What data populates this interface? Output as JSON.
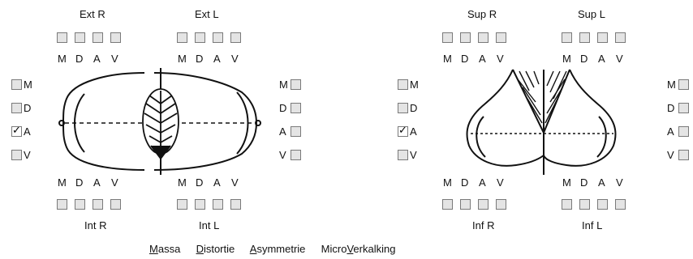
{
  "left_diagram": {
    "top_labels": {
      "left": "Ext R",
      "right": "Ext L"
    },
    "bottom_labels": {
      "left": "Int R",
      "right": "Int L"
    },
    "quad_letters": [
      "M",
      "D",
      "A",
      "V"
    ],
    "side_rows_left": [
      {
        "letter": "M",
        "checked": false
      },
      {
        "letter": "D",
        "checked": false
      },
      {
        "letter": "A",
        "checked": true
      },
      {
        "letter": "V",
        "checked": false
      }
    ],
    "side_rows_right": [
      {
        "letter": "M",
        "checked": false
      },
      {
        "letter": "D",
        "checked": false
      },
      {
        "letter": "A",
        "checked": false
      },
      {
        "letter": "V",
        "checked": false
      }
    ]
  },
  "right_diagram": {
    "top_labels": {
      "left": "Sup R",
      "right": "Sup L"
    },
    "bottom_labels": {
      "left": "Inf R",
      "right": "Inf L"
    },
    "quad_letters": [
      "M",
      "D",
      "A",
      "V"
    ],
    "side_rows_left": [
      {
        "letter": "M",
        "checked": false
      },
      {
        "letter": "D",
        "checked": false
      },
      {
        "letter": "A",
        "checked": true
      },
      {
        "letter": "V",
        "checked": false
      }
    ],
    "side_rows_right": [
      {
        "letter": "M",
        "checked": false
      },
      {
        "letter": "D",
        "checked": false
      },
      {
        "letter": "A",
        "checked": false
      },
      {
        "letter": "V",
        "checked": false
      }
    ]
  },
  "legend": [
    {
      "prefix": "",
      "underlined": "M",
      "rest": "assa"
    },
    {
      "prefix": "",
      "underlined": "D",
      "rest": "istortie"
    },
    {
      "prefix": "",
      "underlined": "A",
      "rest": "symmetrie"
    },
    {
      "prefix": "Micro",
      "underlined": "V",
      "rest": "erkalking"
    }
  ],
  "checkmark_glyph": "✓"
}
